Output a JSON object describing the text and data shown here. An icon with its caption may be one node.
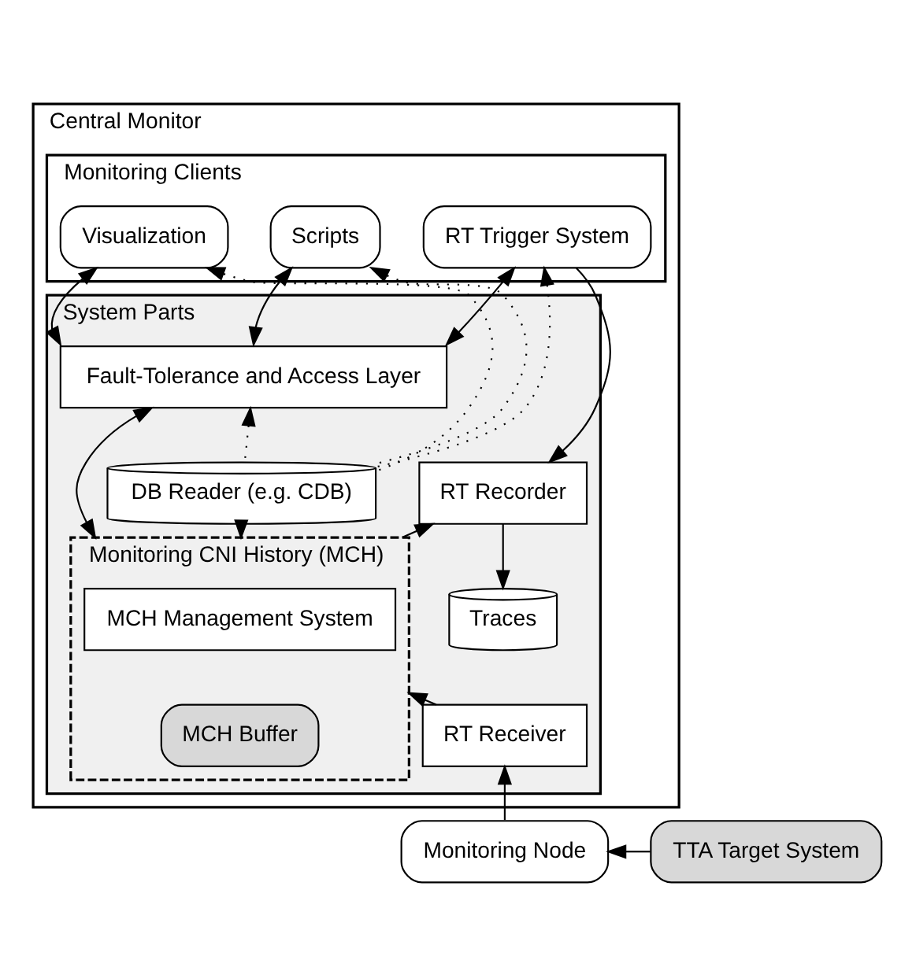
{
  "diagram": {
    "nodes": [
      {
        "text": [
          "Central Monitor"
        ]
      },
      {
        "text": [
          "Monitoring Clients"
        ],
        "in": 0
      },
      {
        "text": [
          "Visualization"
        ],
        "in": 1
      },
      {
        "text": [
          "Scripts"
        ],
        "in": 1
      },
      {
        "text": [
          "RT Trigger System"
        ],
        "in": 1
      },
      {
        "text": [
          "System Parts"
        ],
        "in": 0
      },
      {
        "text": [
          "Fault-Tolerance and Access Layer"
        ],
        "in": 5
      },
      {
        "text": [
          "RT Recorder"
        ],
        "in": 5
      },
      {
        "text": [
          "DB Reader (e.g. CDB)"
        ],
        "in": 5
      },
      {
        "text": [
          "Monitoring CNI History (MCH)"
        ],
        "in": 5
      },
      {
        "text": [
          "MCH Management System"
        ],
        "in": 9
      },
      {
        "text": [
          "MCH Buffer"
        ],
        "in": 9
      },
      {
        "text": [
          "Traces"
        ],
        "in": 5
      },
      {
        "text": [
          "RT Receiver"
        ],
        "in": 5
      },
      {
        "text": [
          "Monitoring Node"
        ]
      },
      {
        "text": [
          "TTA Target System"
        ]
      }
    ],
    "edges": [
      {
        "from": 6,
        "to": 2,
        "arrow": "both"
      },
      {
        "from": 6,
        "to": 3,
        "arrow": "both"
      },
      {
        "from": 6,
        "to": 4,
        "arrow": "both"
      },
      {
        "from": 4,
        "to": 7,
        "arrow": "to"
      },
      {
        "from": 8,
        "to": 2,
        "arrow": "to",
        "style": "dashed"
      },
      {
        "from": 8,
        "to": 3,
        "arrow": "to",
        "style": "dashed"
      },
      {
        "from": 8,
        "to": 4,
        "arrow": "to",
        "style": "dashed"
      },
      {
        "from": 8,
        "to": 6,
        "arrow": "to",
        "style": "dashed"
      },
      {
        "from": 8,
        "to": 9,
        "arrow": "to",
        "style": "dashed"
      },
      {
        "from": 6,
        "to": 9,
        "arrow": "both"
      },
      {
        "from": 9,
        "to": 7,
        "arrow": "to"
      },
      {
        "from": 7,
        "to": 12,
        "arrow": "to"
      },
      {
        "from": 13,
        "to": 9,
        "arrow": "to"
      },
      {
        "from": 14,
        "to": 13,
        "arrow": "to"
      },
      {
        "from": 15,
        "to": 14,
        "arrow": "to"
      }
    ]
  }
}
